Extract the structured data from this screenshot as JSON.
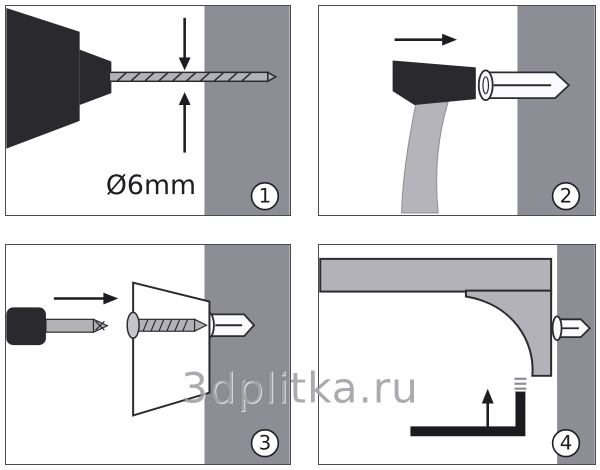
{
  "title": "wall-plug-mounting-instructions",
  "watermark": {
    "text": "3dplitka.ru"
  },
  "panels": [
    {
      "step_number": "1",
      "caption": "Ø6mm",
      "icon": "drill-icon",
      "description_icons": [
        "drill-icon",
        "drill-bit-icon",
        "diameter-arrows-icon"
      ]
    },
    {
      "step_number": "2",
      "caption": "",
      "icon": "hammer-icon",
      "description_icons": [
        "hammer-icon",
        "wall-plug-icon",
        "arrow-right-icon"
      ]
    },
    {
      "step_number": "3",
      "caption": "",
      "icon": "screwdriver-icon",
      "description_icons": [
        "screwdriver-icon",
        "screw-icon",
        "bracket-plate-icon",
        "arrow-right-icon"
      ]
    },
    {
      "step_number": "4",
      "caption": "",
      "icon": "shelf-bracket-icon",
      "description_icons": [
        "shelf-icon",
        "corbel-icon",
        "screw-icon",
        "arrow-up-icon",
        "angle-profile-icon"
      ]
    }
  ],
  "colors": {
    "wall_gray": "#8d8d95",
    "dark_ink": "#2a2a2e",
    "metal_gray": "#b2b2b8",
    "plug_white": "#fbfbfd",
    "outline": "#2a2a30",
    "panel_border": "#4a4a52",
    "watermark_gray": "#7d7d84",
    "background": "#ffffff"
  }
}
